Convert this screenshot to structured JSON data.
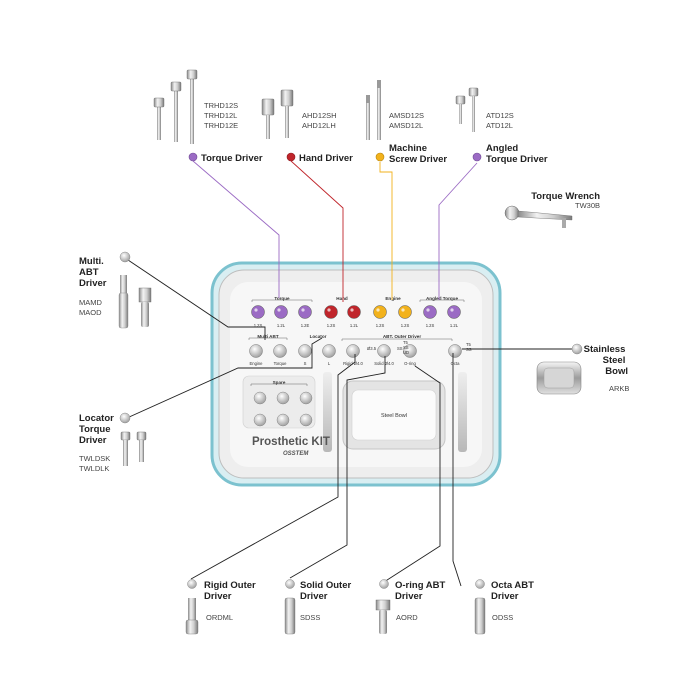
{
  "top_groups": [
    {
      "key": "torque",
      "title": "Torque Driver",
      "codes": [
        "TRHD12S",
        "TRHD12L",
        "TRHD12E"
      ],
      "dot_color": "#9b6bc4"
    },
    {
      "key": "hand",
      "title": "Hand Driver",
      "codes": [
        "AHD12SH",
        "AHD12LH"
      ],
      "dot_color": "#c0252b"
    },
    {
      "key": "machine",
      "title_lines": [
        "Machine",
        "Screw Driver"
      ],
      "codes": [
        "AMSD12S",
        "AMSD12L"
      ],
      "dot_color": "#f2b21c"
    },
    {
      "key": "angled",
      "title_lines": [
        "Angled",
        "Torque Driver"
      ],
      "codes": [
        "ATD12S",
        "ATD12L"
      ],
      "dot_color": "#9b6bc4"
    }
  ],
  "torque_wrench": {
    "title": "Torque Wrench",
    "code": "TW30B"
  },
  "left_groups": [
    {
      "key": "multi",
      "title_lines": [
        "Multi.",
        "ABT",
        "Driver"
      ],
      "codes": [
        "MAMD",
        "MAOD"
      ]
    },
    {
      "key": "locator",
      "title_lines": [
        "Locator",
        "Torque",
        "Driver"
      ],
      "codes": [
        "TWLDSK",
        "TWLDLK"
      ]
    }
  ],
  "right_group": {
    "title_lines": [
      "Stainless",
      "Steel",
      "Bowl"
    ],
    "code": "ARKB"
  },
  "bottom_groups": [
    {
      "key": "rigid",
      "title_lines": [
        "Rigid Outer",
        "Driver"
      ],
      "code": "ORDML"
    },
    {
      "key": "solid",
      "title_lines": [
        "Solid Outer",
        "Driver"
      ],
      "code": "SDSS"
    },
    {
      "key": "oring",
      "title_lines": [
        "O-ring ABT",
        "Driver"
      ],
      "code": "AORD"
    },
    {
      "key": "octa",
      "title_lines": [
        "Octa ABT",
        "Driver"
      ],
      "code": "ODSS"
    }
  ],
  "kit": {
    "torque_section": "Torque",
    "hand_section": "Hand",
    "engine_section": "Engine",
    "angled_section": "Angled Torque",
    "multi_section": "Multi ABT",
    "locator_section": "Locator",
    "abt_outer_section": "ABT. Outer Driver",
    "spare_section": "Spare",
    "bowl_label": "Steel Bowl",
    "brand_title": "Prosthetic KIT",
    "brand_logo": "OSSTEM",
    "color_slots": [
      {
        "label": "1.2S",
        "color": "#9b6bc4"
      },
      {
        "label": "1.2L",
        "color": "#9b6bc4"
      },
      {
        "label": "1.2E",
        "color": "#9b6bc4"
      },
      {
        "label": "1.2S",
        "color": "#c0252b"
      },
      {
        "label": "1.2L",
        "color": "#c0252b"
      },
      {
        "label": "1.2S",
        "color": "#f2b21c"
      },
      {
        "label": "1.2S",
        "color": "#f2b21c"
      },
      {
        "label": "1.2S",
        "color": "#9b6bc4"
      },
      {
        "label": "1.2L",
        "color": "#9b6bc4"
      }
    ],
    "gray_slots": [
      {
        "label": "Engine"
      },
      {
        "label": "Torque"
      },
      {
        "label": "S"
      },
      {
        "label": "L"
      },
      {
        "label": "Rigid Ø4.0"
      },
      {
        "label": "Solid Ø4.0"
      },
      {
        "label": "O-ring"
      },
      {
        "label": "Octa"
      }
    ],
    "gray_slot_sublabels": [
      "Ø3.5",
      "SS",
      "T5 SS UD",
      "T5 SS"
    ]
  }
}
